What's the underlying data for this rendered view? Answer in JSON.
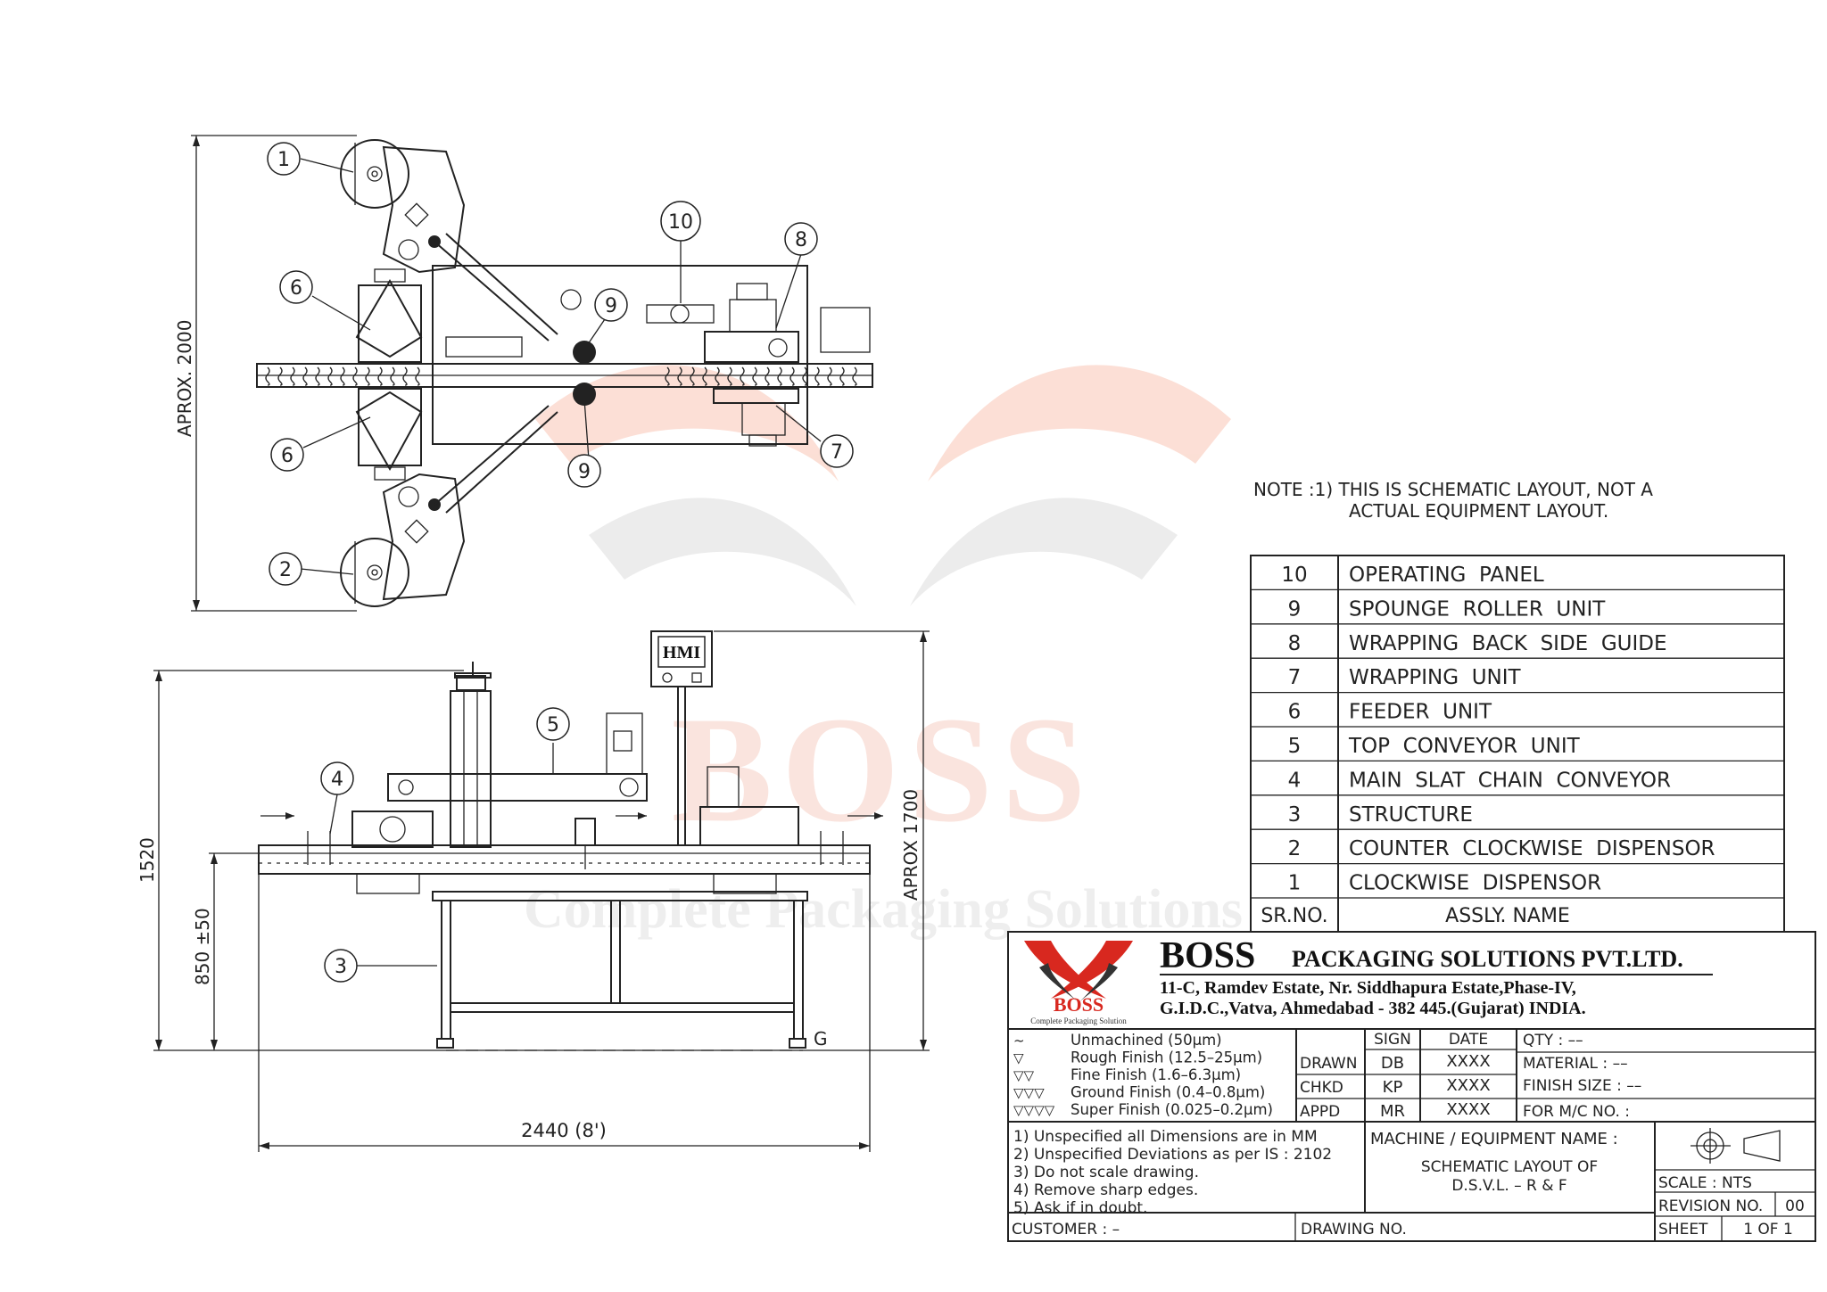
{
  "watermark": {
    "brand": "BOSS",
    "tagline": "Complete Packaging Solutions"
  },
  "dimensions": {
    "top_height": "APROX. 2000",
    "side_height": "1520",
    "side_table_height": "850 ±50",
    "side_overall_height": "APROX 1700",
    "overall_length": "2440 (8')",
    "ground_label": "G"
  },
  "hmi_label": "HMI",
  "callouts": {
    "c1": "1",
    "c2": "2",
    "c3": "3",
    "c4": "4",
    "c5": "5",
    "c6a": "6",
    "c6b": "6",
    "c7": "7",
    "c8": "8",
    "c9a": "9",
    "c9b": "9",
    "c10": "10"
  },
  "note": {
    "line1": "NOTE :1) THIS IS SCHEMATIC LAYOUT, NOT A",
    "line2": "ACTUAL EQUIPMENT LAYOUT."
  },
  "parts_table": {
    "rows": [
      {
        "sr": "10",
        "name": "OPERATING  PANEL"
      },
      {
        "sr": "9",
        "name": "SPOUNGE  ROLLER  UNIT"
      },
      {
        "sr": "8",
        "name": "WRAPPING  BACK  SIDE  GUIDE"
      },
      {
        "sr": "7",
        "name": "WRAPPING  UNIT"
      },
      {
        "sr": "6",
        "name": "FEEDER  UNIT"
      },
      {
        "sr": "5",
        "name": "TOP  CONVEYOR  UNIT"
      },
      {
        "sr": "4",
        "name": "MAIN  SLAT  CHAIN  CONVEYOR"
      },
      {
        "sr": "3",
        "name": "STRUCTURE"
      },
      {
        "sr": "2",
        "name": "COUNTER  CLOCKWISE  DISPENSOR"
      },
      {
        "sr": "1",
        "name": "CLOCKWISE  DISPENSOR"
      }
    ],
    "header_sr": "SR.NO.",
    "header_name": "ASSLY.  NAME"
  },
  "title_block": {
    "logo_text": "BOSS",
    "logo_sub": "Complete Packaging Solution",
    "company_big": "BOSS",
    "company_rest": "PACKAGING SOLUTIONS PVT.LTD.",
    "address1": "11-C, Ramdev Estate, Nr. Siddhapura Estate,Phase-IV,",
    "address2": "G.I.D.C.,Vatva, Ahmedabad - 382 445.(Gujarat) INDIA.",
    "finishes": [
      {
        "sym": "~",
        "text": "Unmachined (50µm)"
      },
      {
        "sym": "▽",
        "text": "Rough Finish (12.5–25µm)"
      },
      {
        "sym": "▽▽",
        "text": "Fine Finish (1.6–6.3µm)"
      },
      {
        "sym": "▽▽▽",
        "text": "Ground Finish (0.4–0.8µm)"
      },
      {
        "sym": "▽▽▽▽",
        "text": "Super Finish (0.025–0.2µm)"
      }
    ],
    "sign_header": "SIGN",
    "date_header": "DATE",
    "drawn_label": "DRAWN",
    "drawn_sign": "DB",
    "drawn_date": "XXXX",
    "chkd_label": "CHKD",
    "chkd_sign": "KP",
    "chkd_date": "XXXX",
    "appd_label": "APPD",
    "appd_sign": "MR",
    "appd_date": "XXXX",
    "qty": "QTY :  ––",
    "material": "MATERIAL : ––",
    "finish_size": "FINISH SIZE   : ––",
    "for_mc": "FOR M/C NO. :",
    "notes": [
      "1) Unspecified all Dimensions are in MM",
      "2) Unspecified Deviations as per IS : 2102",
      "3) Do not scale drawing.",
      "4) Remove sharp edges.",
      "5) Ask if in doubt."
    ],
    "machine_label": "MACHINE / EQUIPMENT NAME :",
    "machine_name1": "SCHEMATIC LAYOUT OF",
    "machine_name2": "D.S.V.L. – R & F",
    "scale": "SCALE : NTS",
    "revision_label": "REVISION NO.",
    "revision_value": "00",
    "customer": "CUSTOMER : –",
    "drawing_no": "DRAWING NO.",
    "sheet_label": "SHEET",
    "sheet_value": "1 OF 1"
  }
}
